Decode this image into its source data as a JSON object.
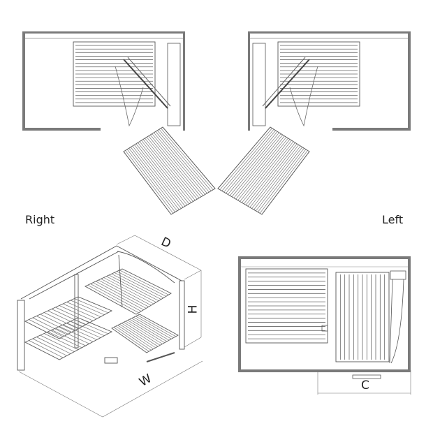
{
  "labels": {
    "right": "Right",
    "left": "Left"
  },
  "dimensions": {
    "depth": "D",
    "height": "H",
    "width": "W",
    "clearance": "C"
  },
  "colors": {
    "wall": "#7a7a7a",
    "line": "#555555"
  }
}
